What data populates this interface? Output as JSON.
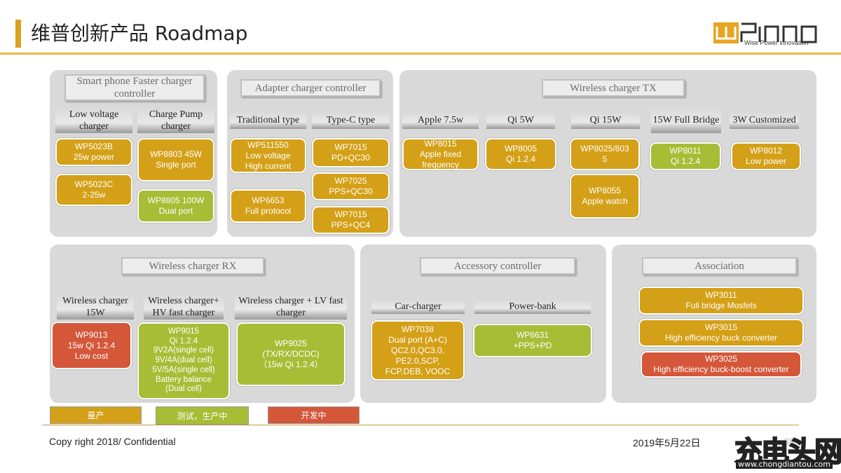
{
  "page": {
    "title": "维普创新产品 Roadmap"
  },
  "logo": {
    "subtitle": "Wise Power innovation",
    "wordmark": "WPINNO"
  },
  "panels": {
    "smartphone": {
      "header": "Smart phone Faster charger controller",
      "columns": [
        "Low voltage charger",
        "Charge Pump charger"
      ],
      "boxes": [
        {
          "l1": "WP5023B",
          "l2": "25w power",
          "l3": "",
          "l4": "",
          "l5": "",
          "l6": "",
          "l7": ""
        },
        {
          "l1": "WP5023C",
          "l2": "2-25w",
          "l3": "",
          "l4": "",
          "l5": "",
          "l6": "",
          "l7": ""
        },
        {
          "l1": "WP8803 45W",
          "l2": "Single port",
          "l3": "",
          "l4": "",
          "l5": "",
          "l6": "",
          "l7": ""
        },
        {
          "l1": "WP8805 100W",
          "l2": "Dual port",
          "l3": "",
          "l4": "",
          "l5": "",
          "l6": "",
          "l7": ""
        }
      ]
    },
    "adapter": {
      "header": "Adapter charger controller",
      "columns": [
        "Traditional type",
        "Type-C type"
      ],
      "boxes": [
        {
          "l1": "WP511550",
          "l2": "Low voltage",
          "l3": "High current"
        },
        {
          "l1": "WP6653",
          "l2": "Full protocol",
          "l3": ""
        },
        {
          "l1": "WP7015",
          "l2": "PD+QC30",
          "l3": ""
        },
        {
          "l1": "WP7025",
          "l2": "PPS+QC30",
          "l3": ""
        },
        {
          "l1": "WP7015",
          "l2": "PPS+QC4",
          "l3": ""
        }
      ]
    },
    "wireless_tx": {
      "header": "Wireless charger TX",
      "columns": [
        "Apple 7.5w",
        "Qi 5W",
        "Qi 15W",
        "15W Full Bridge",
        "3W Customized"
      ],
      "boxes": [
        {
          "l1": "WP8015",
          "l2": "Apple fixed",
          "l3": "frequency"
        },
        {
          "l1": "WP8005",
          "l2": "Qi 1.2.4",
          "l3": ""
        },
        {
          "l1": "WP8025/803",
          "l2": "5",
          "l3": ""
        },
        {
          "l1": "WP8055",
          "l2": "Apple  watch",
          "l3": ""
        },
        {
          "l1": "WP8011",
          "l2": "Qi 1.2.4",
          "l3": ""
        },
        {
          "l1": "WP8012",
          "l2": "Low power",
          "l3": ""
        }
      ]
    },
    "wireless_rx": {
      "header": "Wireless charger RX",
      "columns": [
        "Wireless charger 15W",
        "Wireless charger+ HV fast charger",
        "Wireless charger + LV fast charger"
      ],
      "boxes": [
        {
          "l1": "WP9013",
          "l2": "15w Qi 1.2.4",
          "l3": "Low cost",
          "l4": "",
          "l5": "",
          "l6": "",
          "l7": ""
        },
        {
          "l1": "WP9015",
          "l2": "Qi 1.2.4",
          "l3": "9V2A(single cell)",
          "l4": "9V/4A(dual cell)",
          "l5": "5V/5A(single cell)",
          "l6": "Battery balance",
          "l7": "(Dual cell)"
        },
        {
          "l1": "WP9025",
          "l2": "(TX/RX/DCDC)",
          "l3": "（15w Qi 1.2.4）",
          "l4": "",
          "l5": "",
          "l6": "",
          "l7": ""
        }
      ]
    },
    "accessory": {
      "header": "Accessory controller",
      "columns": [
        "Car-charger",
        "Power-bank"
      ],
      "boxes": [
        {
          "l1": "WP7038",
          "l2": "Dual port (A+C)",
          "l3": "QC2.0,QC3.0,",
          "l4": "PE2.0,SCP,",
          "l5": "FCP,DEB, VOOC"
        },
        {
          "l1": "WP6631",
          "l2": "+PPS+PD",
          "l3": "",
          "l4": "",
          "l5": ""
        }
      ]
    },
    "association": {
      "header": "Association",
      "boxes": [
        {
          "l1": "WP3011",
          "l2": "Full bridge Mosfets"
        },
        {
          "l1": "WP3015",
          "l2": "High efficiency buck converter"
        },
        {
          "l1": "WP3025",
          "l2": "High efficiency buck-boost converter"
        }
      ]
    }
  },
  "legend": [
    {
      "label": "量产",
      "color": "#d4a017"
    },
    {
      "label": "测试，生产中",
      "color": "#a6bd35"
    },
    {
      "label": "开发中",
      "color": "#d4573a"
    }
  ],
  "footer": {
    "copyright": "Copy right 2018/ Confidential",
    "date": "2019年5月22日",
    "page": "38"
  },
  "watermark": {
    "main": "充电头网",
    "sub": "www.chongdiantou.com"
  }
}
